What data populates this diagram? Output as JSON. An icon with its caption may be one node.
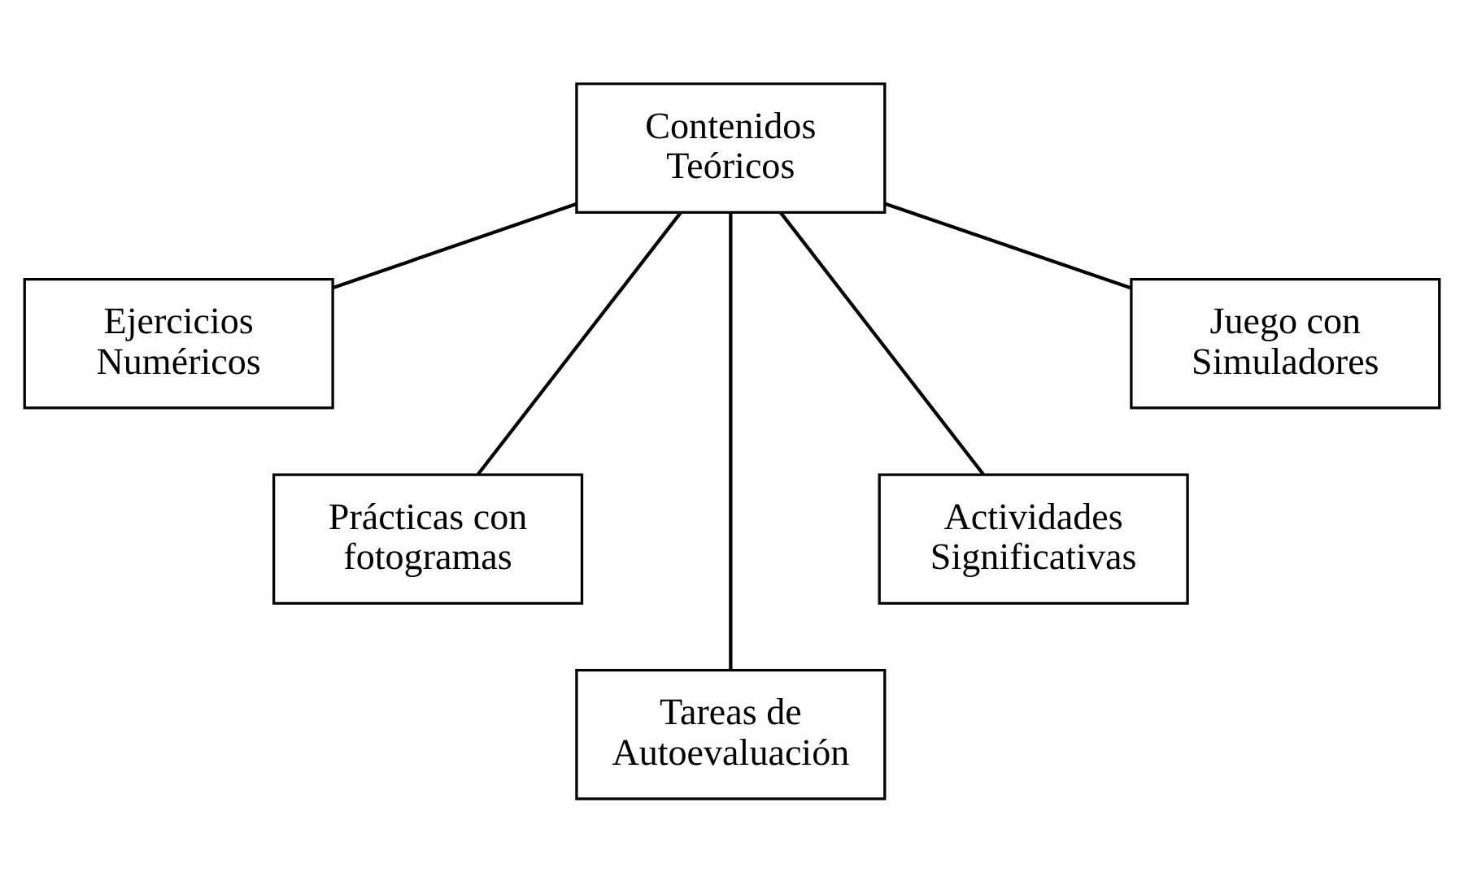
{
  "diagram": {
    "nodes": [
      {
        "text": [
          "Contenidos Teóricos"
        ]
      },
      {
        "text": [
          "Ejercicios Numéricos"
        ]
      },
      {
        "text": [
          "Prácticas con fotogramas"
        ]
      },
      {
        "text": [
          "Tareas de Autoevaluación"
        ]
      },
      {
        "text": [
          "Actividades Significativas"
        ]
      },
      {
        "text": [
          "Juego con Simuladores"
        ]
      }
    ],
    "edges": [
      {
        "from": 0,
        "to": 1,
        "arrow": "none"
      },
      {
        "from": 0,
        "to": 2,
        "arrow": "none"
      },
      {
        "from": 0,
        "to": 3,
        "arrow": "none"
      },
      {
        "from": 0,
        "to": 4,
        "arrow": "none"
      },
      {
        "from": 0,
        "to": 5,
        "arrow": "none"
      }
    ]
  }
}
